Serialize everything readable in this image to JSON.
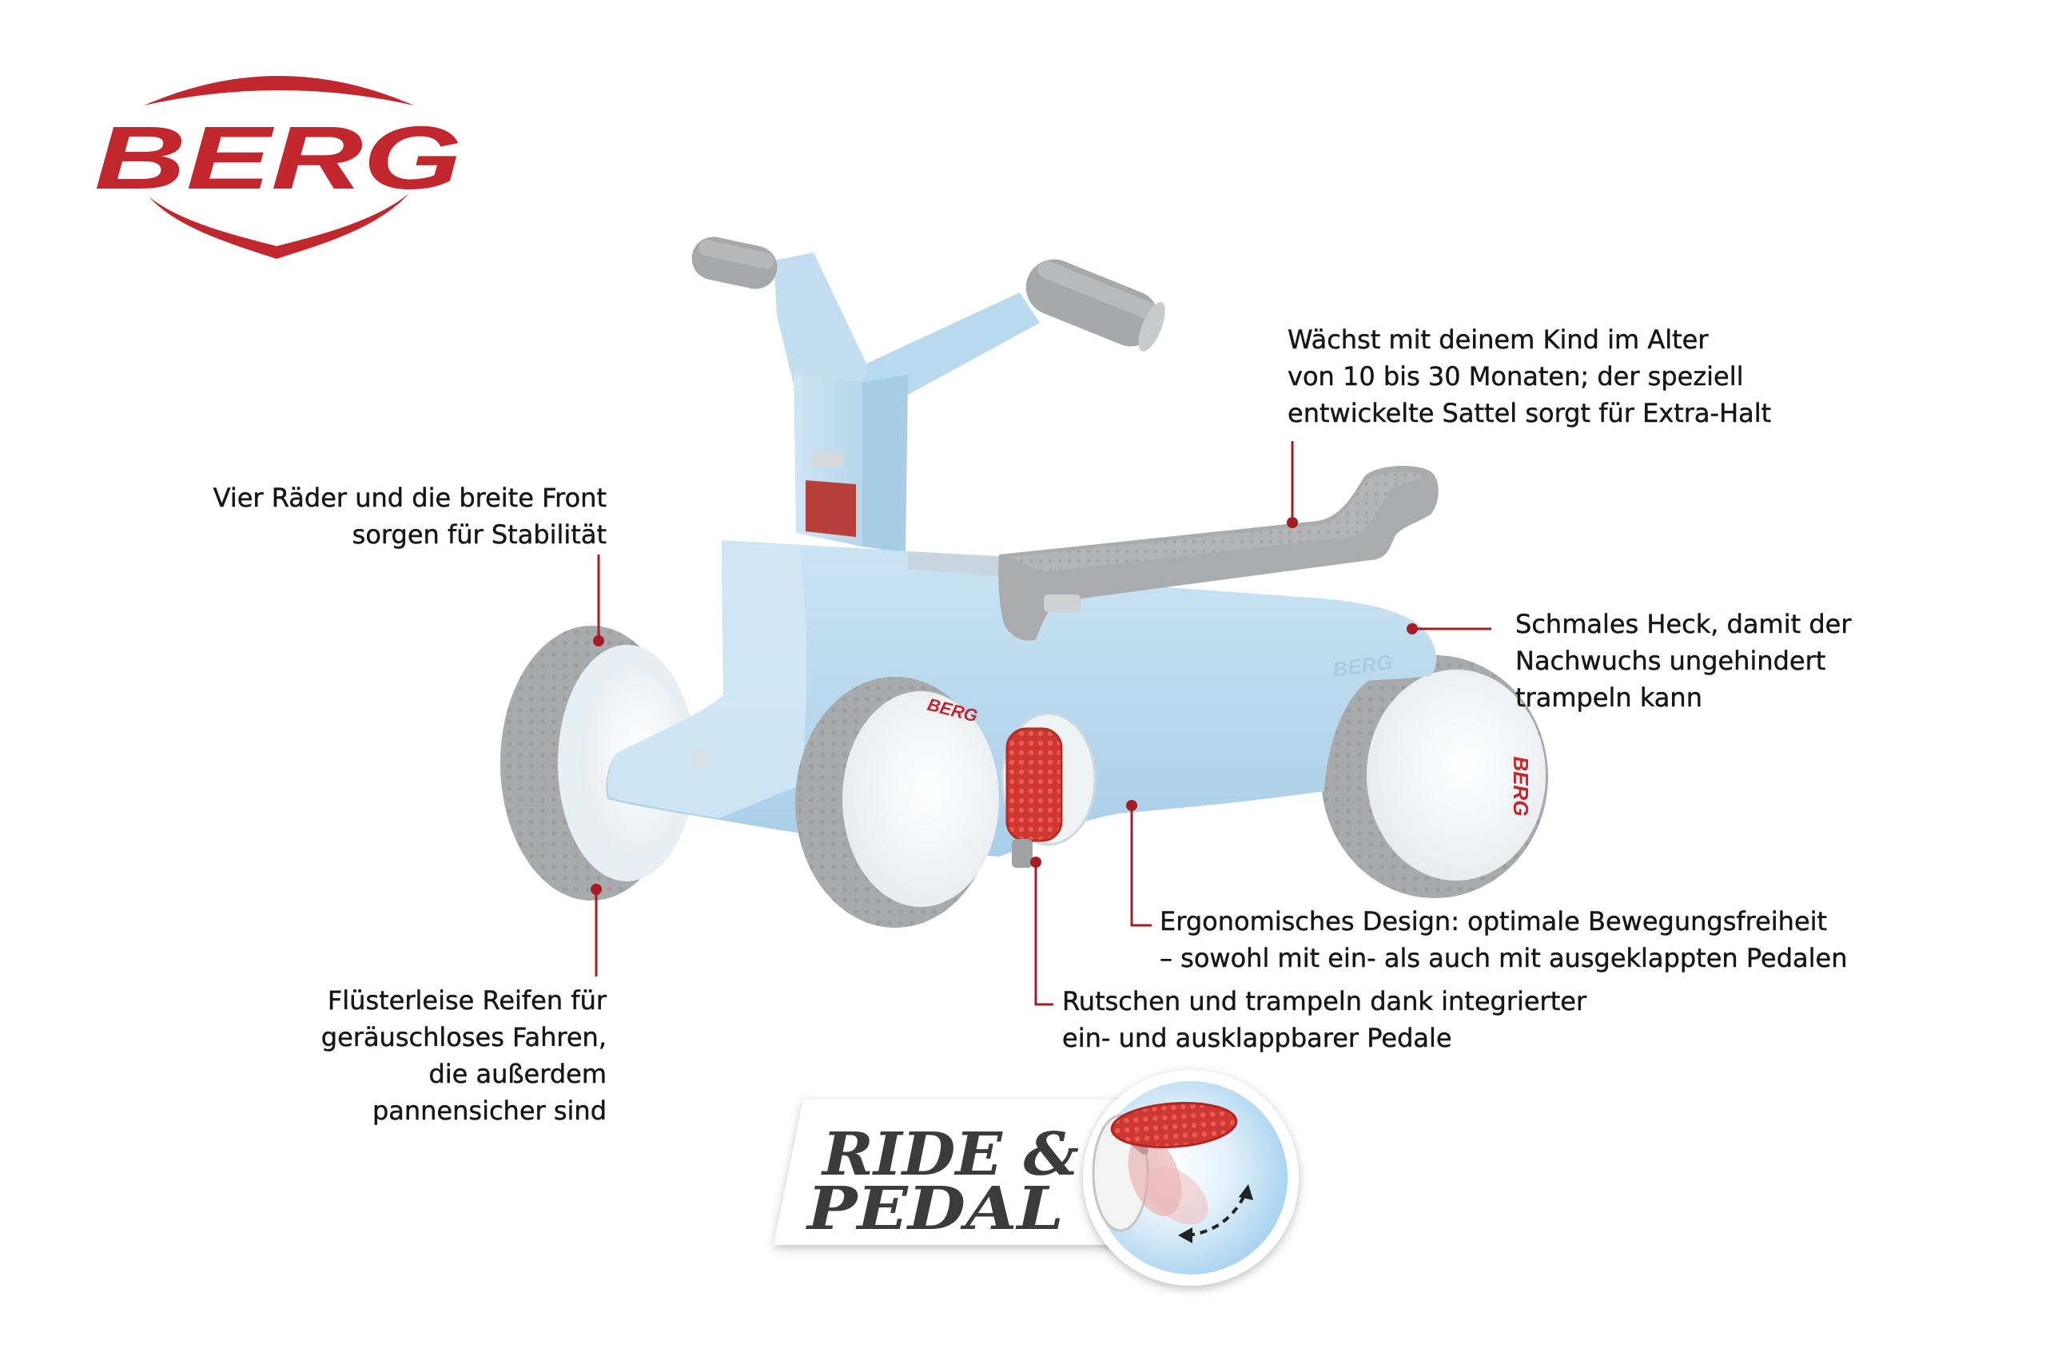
{
  "brand": {
    "logo_text": "BERG"
  },
  "product": {
    "wheel_logo_text": "BERG",
    "fender_logo_text": "BERG"
  },
  "callouts": {
    "seat": {
      "lines": [
        "Wächst mit deinem Kind im Alter",
        "von 10 bis 30 Monaten; der speziell",
        "entwickelte Sattel sorgt für Extra-Halt"
      ]
    },
    "stability": {
      "lines": [
        "Vier Räder und die breite Front",
        "sorgen für Stabilität"
      ]
    },
    "rear": {
      "lines": [
        "Schmales Heck, damit der",
        "Nachwuchs ungehindert",
        "trampeln kann"
      ]
    },
    "ergonomics": {
      "lines": [
        "Ergonomisches Design: optimale Bewegungsfreiheit",
        "– sowohl mit ein- als auch mit ausgeklappten Pedalen"
      ]
    },
    "pedals": {
      "lines": [
        "Rutschen und trampeln dank integrierter",
        "ein- und ausklappbarer Pedale"
      ]
    },
    "tyres": {
      "lines": [
        "Flüsterleise Reifen für",
        "geräuschloses Fahren,",
        "die außerdem",
        "pannensicher sind"
      ]
    }
  },
  "badge": {
    "line1": "RIDE &",
    "line2": "PEDAL"
  },
  "colors": {
    "brand_red": "#c1272d",
    "leader_red": "#a51c24",
    "product_blue": "#bfdcee",
    "product_gray": "#a9abad",
    "pedal_red": "#d03a33",
    "text": "#161616"
  }
}
